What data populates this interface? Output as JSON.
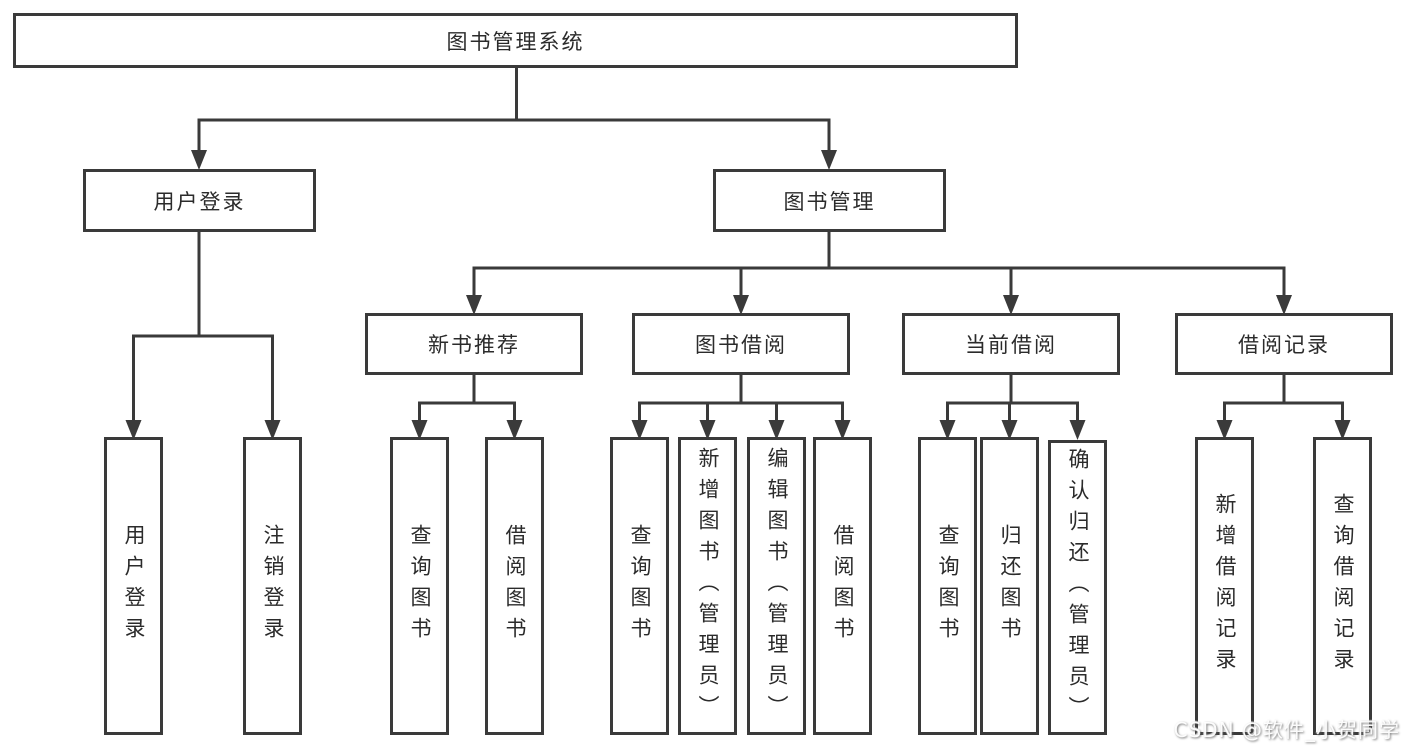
{
  "diagram": {
    "root": {
      "label": "图书管理系统"
    },
    "user_login": {
      "label": "用户登录",
      "children": {
        "login": "用户登录",
        "logout": "注销登录"
      }
    },
    "book_mgmt": {
      "label": "图书管理",
      "sections": {
        "new_book": {
          "label": "新书推荐",
          "children": {
            "query": "查询图书",
            "borrow": "借阅图书"
          }
        },
        "book_borrow": {
          "label": "图书借阅",
          "children": {
            "query": "查询图书",
            "add": "新增图书（管理员）",
            "edit": "编辑图书（管理员）",
            "borrow": "借阅图书"
          }
        },
        "current_borrow": {
          "label": "当前借阅",
          "children": {
            "query": "查询图书",
            "return": "归还图书",
            "confirm": "确认归还（管理员）"
          }
        },
        "borrow_records": {
          "label": "借阅记录",
          "children": {
            "add": "新增借阅记录",
            "query": "查询借阅记录"
          }
        }
      }
    }
  },
  "watermark": "CSDN @软件_小贺同学",
  "colors": {
    "line": "#3a3a3a",
    "text": "#2b2b2b",
    "background": "#ffffff"
  }
}
